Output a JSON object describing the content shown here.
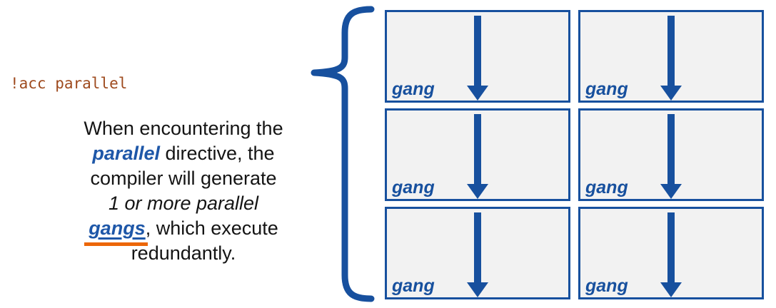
{
  "colors": {
    "blue": "#17509E",
    "text-blue": "#1E57A8",
    "orange": "#EC6608",
    "brown": "#9E4A1E",
    "box-fill": "#F2F2F2",
    "text": "#141414"
  },
  "code_label": "!acc parallel",
  "description": {
    "line1": "When encountering the",
    "line2_keyword": "parallel",
    "line2_rest": " directive,  the",
    "line3": "compiler will generate",
    "line4_italic": "1 or more parallel",
    "line5_keyword": "gangs",
    "line5_rest": ", which execute",
    "line6": "redundantly."
  },
  "gang_grid": {
    "rows": 3,
    "cols": 2,
    "cells": [
      {
        "label": "gang"
      },
      {
        "label": "gang"
      },
      {
        "label": "gang"
      },
      {
        "label": "gang"
      },
      {
        "label": "gang"
      },
      {
        "label": "gang"
      }
    ]
  }
}
